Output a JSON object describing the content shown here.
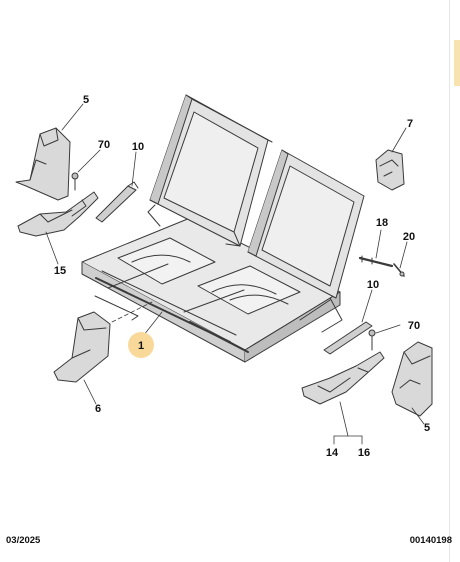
{
  "diagram": {
    "callouts": {
      "c1": "1",
      "c5a": "5",
      "c5b": "5",
      "c6": "6",
      "c7": "7",
      "c10a": "10",
      "c10b": "10",
      "c14": "14",
      "c15": "15",
      "c16": "16",
      "c18": "18",
      "c20": "20",
      "c70a": "70",
      "c70b": "70"
    },
    "colors": {
      "line": "#3a3a3a",
      "part_fill": "#d9d9d9",
      "part_shadow": "#bfbfbf",
      "highlight": "#f8d99a"
    }
  },
  "footer": {
    "date": "03/2025",
    "code": "00140198"
  }
}
